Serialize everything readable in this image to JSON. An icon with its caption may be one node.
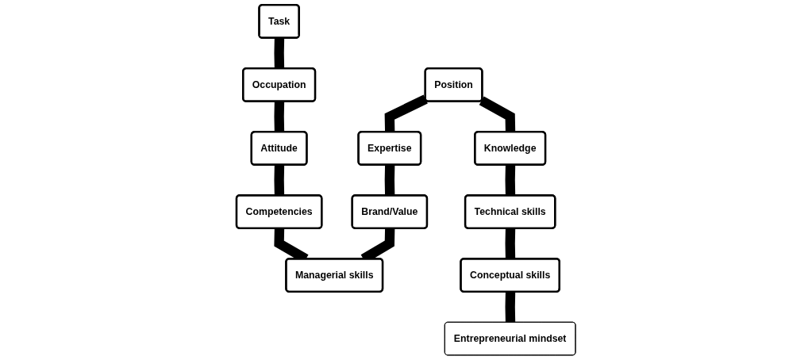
{
  "diagram": {
    "nodes": [
      {
        "text": [
          "Task"
        ]
      },
      {
        "text": [
          "Occupation"
        ]
      },
      {
        "text": [
          "Attitude"
        ]
      },
      {
        "text": [
          "Competencies"
        ]
      },
      {
        "text": [
          "Position"
        ]
      },
      {
        "text": [
          "Expertise"
        ]
      },
      {
        "text": [
          "Brand/Value"
        ]
      },
      {
        "text": [
          "Managerial skills"
        ]
      },
      {
        "text": [
          "Knowledge"
        ]
      },
      {
        "text": [
          "Technical skills"
        ]
      },
      {
        "text": [
          "Conceptual skills"
        ]
      },
      {
        "text": [
          "Entrepreneurial mindset"
        ]
      }
    ],
    "edges": [
      {
        "from": 0,
        "to": 1,
        "arrow": "none"
      },
      {
        "from": 1,
        "to": 2,
        "arrow": "none"
      },
      {
        "from": 2,
        "to": 3,
        "arrow": "none"
      },
      {
        "from": 3,
        "to": 7,
        "arrow": "none"
      },
      {
        "from": 4,
        "to": 5,
        "arrow": "none"
      },
      {
        "from": 5,
        "to": 6,
        "arrow": "none"
      },
      {
        "from": 6,
        "to": 7,
        "arrow": "none"
      },
      {
        "from": 4,
        "to": 8,
        "arrow": "none"
      },
      {
        "from": 8,
        "to": 9,
        "arrow": "none"
      },
      {
        "from": 9,
        "to": 10,
        "arrow": "none"
      },
      {
        "from": 10,
        "to": 11,
        "arrow": "none"
      }
    ]
  }
}
